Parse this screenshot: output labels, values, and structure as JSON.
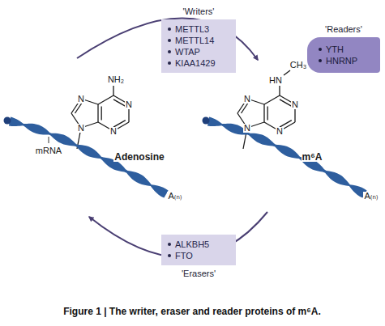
{
  "diagram": {
    "caption": "Figure 1 | The writer, eraser and reader proteins of m⁶A.",
    "nodes": [
      {
        "text": [
          "'Writers'",
          "METTL3",
          "METTL14",
          "WTAP",
          "KIAA1429"
        ]
      },
      {
        "text": [
          "'Readers'",
          "YTH",
          "HNRNP"
        ]
      },
      {
        "text": [
          "ALKBH5",
          "FTO",
          "'Erasers'"
        ]
      }
    ],
    "labels": [
      "NH₂",
      "N",
      "N",
      "N",
      "N",
      "mRNA",
      "Adenosine",
      "A₍ₙ₎",
      "HN",
      "CH₃",
      "N",
      "N",
      "N",
      "N",
      "m⁶A",
      "A₍ₙ₎"
    ]
  }
}
